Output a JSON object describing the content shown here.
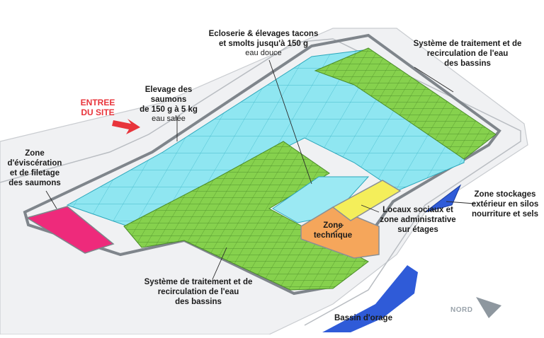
{
  "labels": {
    "ecloserie": {
      "title": "Ecloserie & élevages tacons\net smolts jusqu'à 150 g",
      "sub": "eau douce"
    },
    "elevage": {
      "title": "Elevage des saumons\nde 150 g à 5 kg",
      "sub": "eau salée"
    },
    "traitement_top": {
      "title": "Système de traitement et de\nrecirculation de l'eau\ndes bassins"
    },
    "traitement_bottom": {
      "title": "Système de traitement et de\nrecirculation de l'eau\ndes bassins"
    },
    "evisceration": {
      "title": "Zone\nd'éviscération\net de filetage\ndes saumons"
    },
    "technique": {
      "title": "Zone\ntechnique"
    },
    "locaux": {
      "title": "Locaux sociaux et\nzone administrative\nsur étages"
    },
    "stockage": {
      "title": "Zone stockages\nextérieur en silos\nnourriture et sels"
    },
    "entree": {
      "title": "ENTREE\nDU SITE"
    },
    "bassin": {
      "title": "Bassin d'orage"
    },
    "nord": {
      "title": "NORD"
    }
  },
  "colors": {
    "cyan": "#7fe3ef",
    "green": "#7fcb48",
    "pink": "#ee2a7b",
    "orange": "#f5a65b",
    "yellow": "#f4ee5a",
    "blue": "#2f5bd8",
    "wall": "#8a8f94",
    "ground": "#eef0f2",
    "entree": "#e8343b"
  }
}
